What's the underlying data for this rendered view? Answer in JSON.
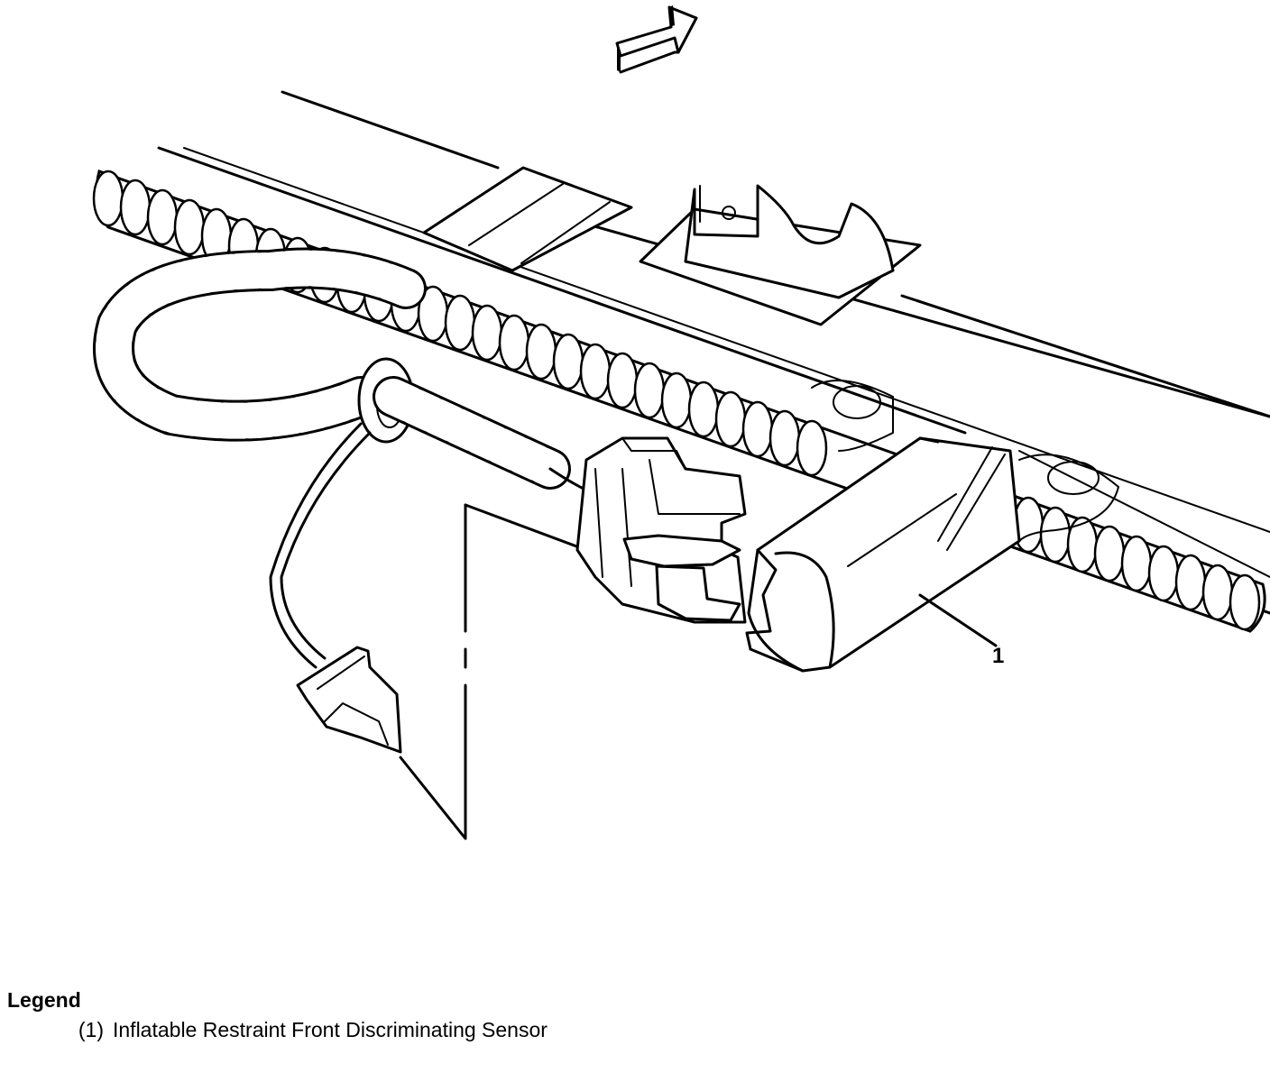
{
  "diagram": {
    "callouts": [
      {
        "number": "1"
      }
    ]
  },
  "legend": {
    "title": "Legend",
    "items": [
      {
        "number": "(1)",
        "text": "Inflatable Restraint Front Discriminating Sensor"
      }
    ]
  },
  "icons": {
    "direction_arrow": "forward-arrow-icon"
  }
}
